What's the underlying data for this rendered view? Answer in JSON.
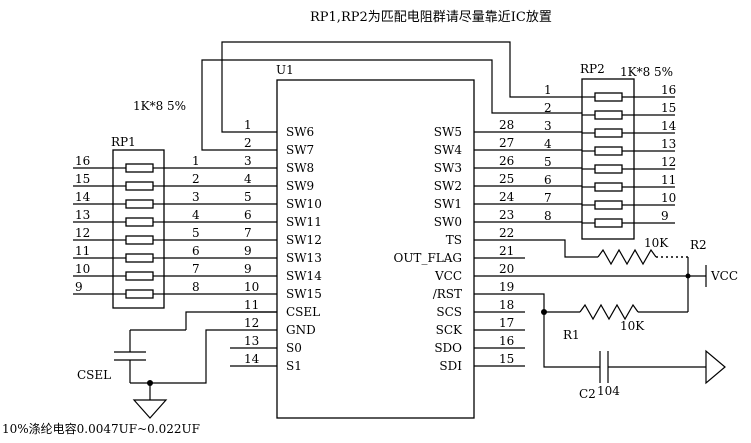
{
  "title_note": "RP1,RP2为匹配电阻群请尽量靠近IC放置",
  "bottom_note": "10%涤纶电容0.0047UF~0.022UF",
  "u1": {
    "ref": "U1",
    "left_pins": [
      {
        "num": "1",
        "name": "SW6"
      },
      {
        "num": "2",
        "name": "SW7"
      },
      {
        "num": "3",
        "name": "SW8"
      },
      {
        "num": "4",
        "name": "SW9"
      },
      {
        "num": "5",
        "name": "SW10"
      },
      {
        "num": "6",
        "name": "SW11"
      },
      {
        "num": "7",
        "name": "SW12"
      },
      {
        "num": "9",
        "name": "SW13"
      },
      {
        "num": "9",
        "name": "SW14"
      },
      {
        "num": "10",
        "name": "SW15"
      },
      {
        "num": "11",
        "name": "CSEL"
      },
      {
        "num": "12",
        "name": "GND"
      },
      {
        "num": "13",
        "name": "S0"
      },
      {
        "num": "14",
        "name": "S1"
      }
    ],
    "right_pins": [
      {
        "num": "28",
        "name": "SW5"
      },
      {
        "num": "27",
        "name": "SW4"
      },
      {
        "num": "26",
        "name": "SW3"
      },
      {
        "num": "25",
        "name": "SW2"
      },
      {
        "num": "24",
        "name": "SW1"
      },
      {
        "num": "23",
        "name": "SW0"
      },
      {
        "num": "22",
        "name": "TS"
      },
      {
        "num": "21",
        "name": "OUT_FLAG"
      },
      {
        "num": "20",
        "name": "VCC"
      },
      {
        "num": "19",
        "name": "/RST"
      },
      {
        "num": "18",
        "name": "SCS"
      },
      {
        "num": "17",
        "name": "SCK"
      },
      {
        "num": "16",
        "name": "SDO"
      },
      {
        "num": "15",
        "name": "SDI"
      }
    ]
  },
  "rp1": {
    "ref": "RP1",
    "value": "1K*8  5%",
    "outer_pins": [
      "16",
      "15",
      "14",
      "13",
      "12",
      "11",
      "10",
      "9"
    ],
    "inner_pins": [
      "1",
      "2",
      "3",
      "4",
      "5",
      "6",
      "7",
      "8"
    ]
  },
  "rp2": {
    "ref": "RP2",
    "value": "1K*8  5%",
    "left_pins": [
      "1",
      "2",
      "3",
      "4",
      "5",
      "6",
      "7",
      "8"
    ],
    "right_pins": [
      "16",
      "15",
      "14",
      "13",
      "12",
      "11",
      "10",
      "9"
    ]
  },
  "r1": {
    "ref": "R1",
    "value": "10K"
  },
  "r2": {
    "ref": "R2",
    "value": "10K"
  },
  "c2": {
    "ref": "C2",
    "value": "104"
  },
  "csel": {
    "label": "CSEL"
  },
  "vcc": {
    "label": "VCC"
  }
}
